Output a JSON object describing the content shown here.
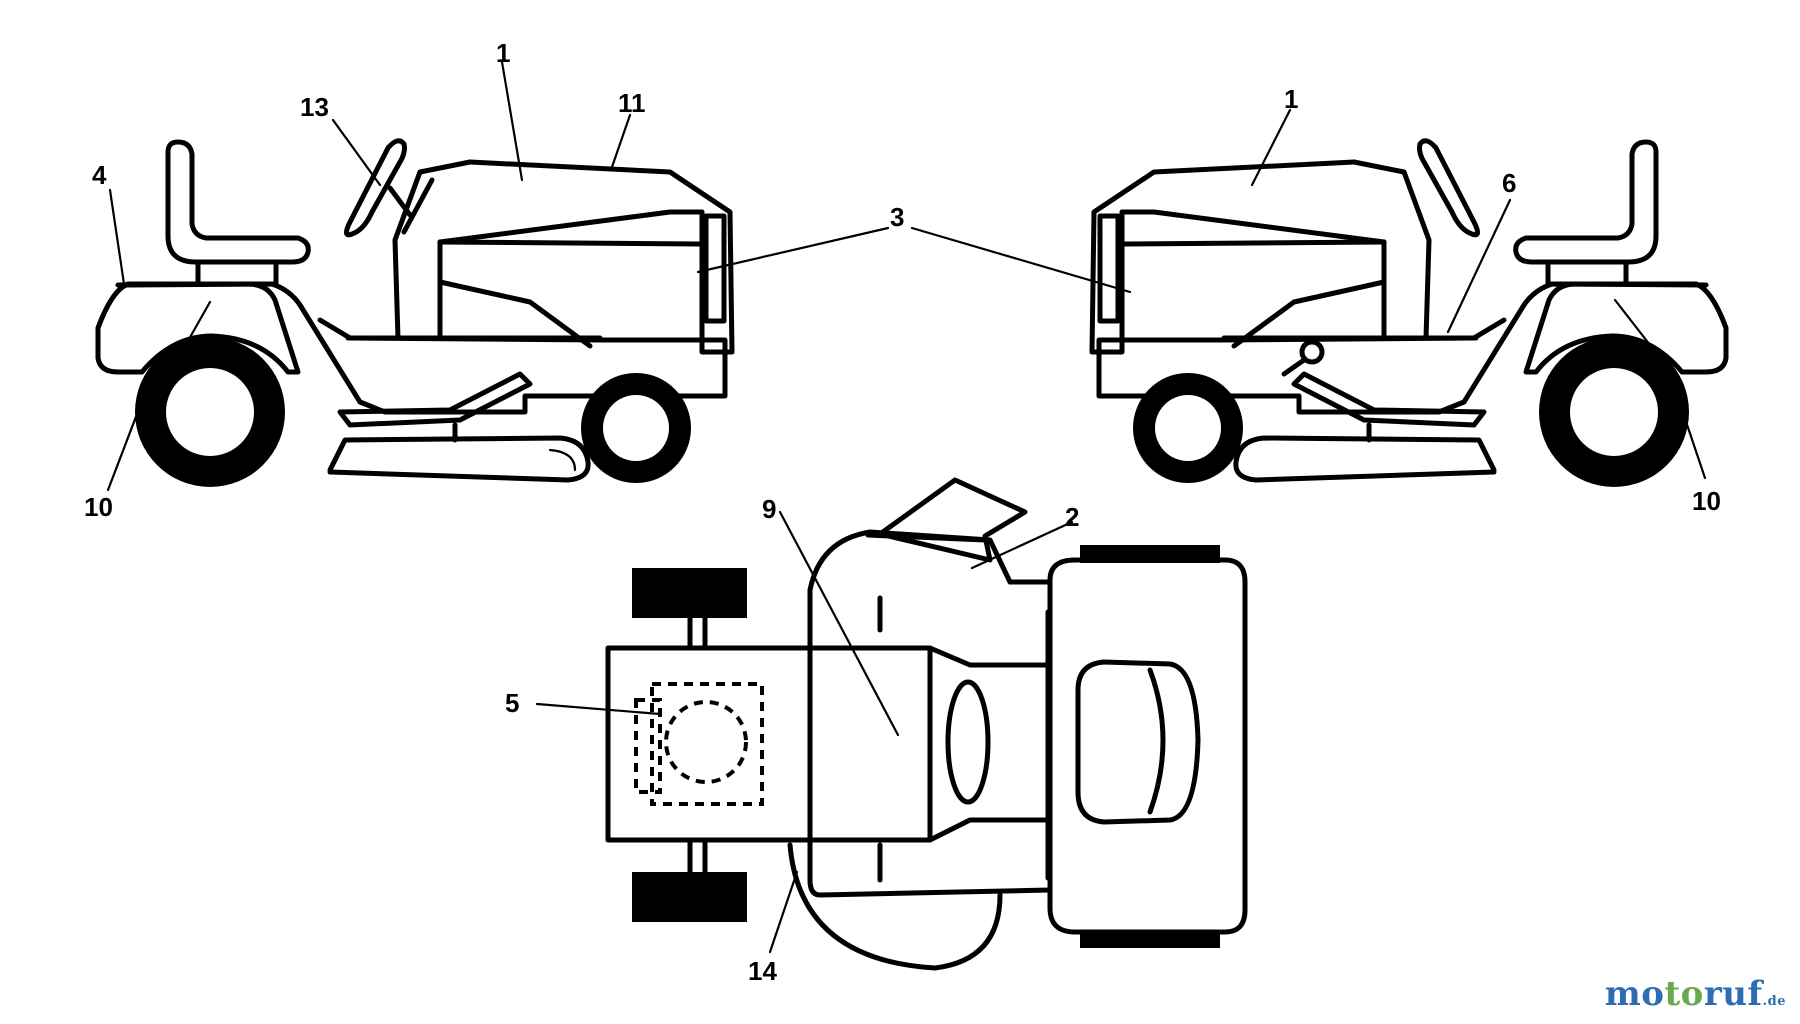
{
  "callouts": {
    "left_tractor": {
      "hood": "1",
      "hood_top": "11",
      "steering": "13",
      "rear_fender": "4",
      "side_panel": "3",
      "wheel": "10"
    },
    "right_tractor": {
      "hood": "1",
      "side_panel_label": "3",
      "frame": "6",
      "wheel": "10"
    },
    "top_view": {
      "discharge_chute": "2",
      "hood": "9",
      "fuel_cap": "5",
      "deck": "14"
    }
  },
  "watermark": {
    "part1": "mo",
    "part2": "to",
    "part3": "ruf",
    "tld": ".de"
  }
}
